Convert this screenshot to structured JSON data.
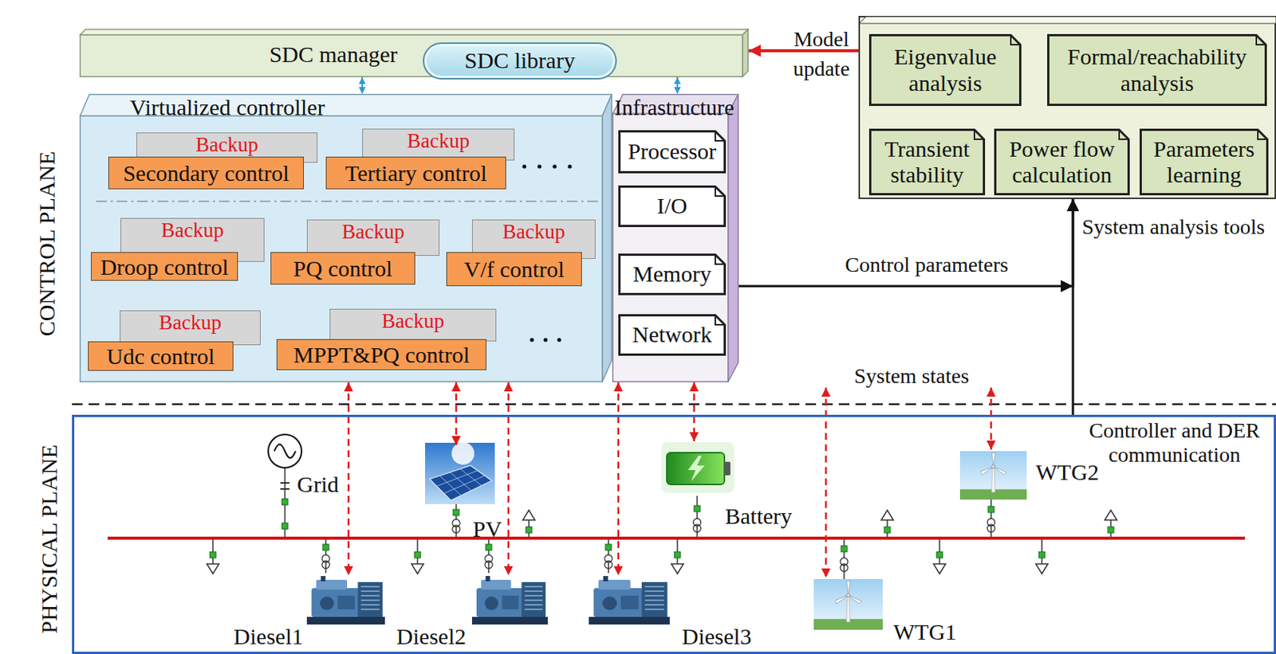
{
  "diagram": {
    "nodes": [
      {
        "text": [
          "SDC manager"
        ]
      },
      {
        "text": [
          "SDC library"
        ],
        "in": 0
      },
      {
        "text": [
          "System analysis tools"
        ]
      },
      {
        "text": [
          "Eigenvalue analysis"
        ],
        "in": 2
      },
      {
        "text": [
          "Formal/reachability analysis"
        ],
        "in": 2
      },
      {
        "text": [
          "Transient stability"
        ],
        "in": 2
      },
      {
        "text": [
          "Power flow calculation"
        ],
        "in": 2
      },
      {
        "text": [
          "Parameters learning"
        ],
        "in": 2
      },
      {
        "text": [
          "Virtualized controller"
        ]
      },
      {
        "text": [
          "Backup"
        ],
        "in": 8
      },
      {
        "text": [
          "Secondary control"
        ],
        "in": 8
      },
      {
        "text": [
          "Backup"
        ],
        "in": 8
      },
      {
        "text": [
          "Tertiary control"
        ],
        "in": 8
      },
      {
        "text": [
          "Backup"
        ],
        "in": 8
      },
      {
        "text": [
          "Droop control"
        ],
        "in": 8
      },
      {
        "text": [
          "Backup"
        ],
        "in": 8
      },
      {
        "text": [
          "PQ control"
        ],
        "in": 8
      },
      {
        "text": [
          "Backup"
        ],
        "in": 8
      },
      {
        "text": [
          "V/f control"
        ],
        "in": 8
      },
      {
        "text": [
          "Backup"
        ],
        "in": 8
      },
      {
        "text": [
          "Udc control"
        ],
        "in": 8
      },
      {
        "text": [
          "Backup"
        ],
        "in": 8
      },
      {
        "text": [
          "MPPT&PQ control"
        ],
        "in": 8
      },
      {
        "text": [
          "Infrastructure"
        ]
      },
      {
        "text": [
          "Processor"
        ],
        "in": 23
      },
      {
        "text": [
          "I/O"
        ],
        "in": 23
      },
      {
        "text": [
          "Memory"
        ],
        "in": 23
      },
      {
        "text": [
          "Network"
        ],
        "in": 23
      },
      {
        "text": [
          "PHYSICAL PLANE"
        ]
      },
      {
        "text": [
          "Grid"
        ],
        "in": 28
      },
      {
        "text": [
          "PV"
        ],
        "in": 28
      },
      {
        "text": [
          "Battery"
        ],
        "in": 28
      },
      {
        "text": [
          "WTG2"
        ],
        "in": 28
      },
      {
        "text": [
          "Diesel1"
        ],
        "in": 28
      },
      {
        "text": [
          "Diesel2"
        ],
        "in": 28
      },
      {
        "text": [
          "Diesel3"
        ],
        "in": 28
      },
      {
        "text": [
          "WTG1"
        ],
        "in": 28
      }
    ],
    "edges": [
      {
        "from": 2,
        "to": 0,
        "label": "Model update",
        "arrow": "to"
      },
      {
        "from": 0,
        "to": 8,
        "arrow": "both"
      },
      {
        "from": 0,
        "to": 23,
        "arrow": "both"
      },
      {
        "from": 23,
        "to": 2,
        "label": "Control parameters",
        "arrow": "to"
      },
      {
        "from": 28,
        "to": 2,
        "arrow": "to"
      },
      {
        "from": 8,
        "to": 33,
        "arrow": "both"
      },
      {
        "from": 8,
        "to": 30,
        "arrow": "both"
      },
      {
        "from": 8,
        "to": 34,
        "arrow": "both"
      },
      {
        "from": 23,
        "to": 35,
        "arrow": "both"
      },
      {
        "from": 23,
        "to": 31,
        "arrow": "both"
      }
    ],
    "labels": [
      "CONTROL PLANE",
      "System states",
      "Controller and DER communication"
    ]
  }
}
